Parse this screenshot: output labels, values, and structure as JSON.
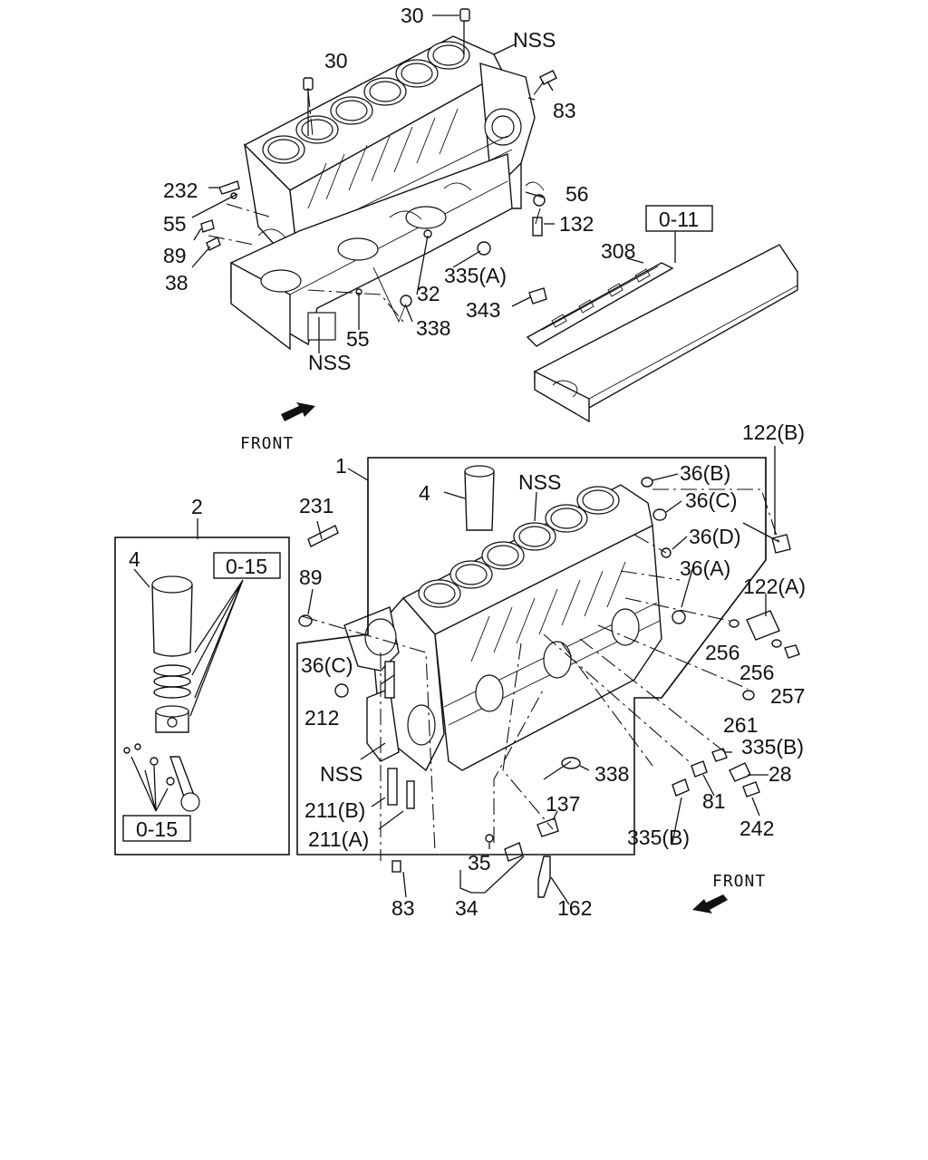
{
  "diagram": {
    "labels": {
      "p30_top": "30",
      "p30_mid": "30",
      "nss_top": "NSS",
      "p83_top": "83",
      "p232": "232",
      "p56": "56",
      "p55_left": "55",
      "p132": "132",
      "p89_top": "89",
      "p38": "38",
      "p335a": "335(A)",
      "p32": "32",
      "p308": "308",
      "p343": "343",
      "p338_top": "338",
      "p55_bot": "55",
      "nss_mid": "NSS",
      "front_top": "FRONT",
      "p122b": "122(B)",
      "p1": "1",
      "p4_main": "4",
      "nss_main": "NSS",
      "p36b": "36(B)",
      "p2": "2",
      "p231": "231",
      "p36c_r": "36(C)",
      "p36d": "36(D)",
      "p4_kit": "4",
      "p36a": "36(A)",
      "p89_main": "89",
      "p122a": "122(A)",
      "p256_1": "256",
      "p256_2": "256",
      "p36c_l": "36(C)",
      "p257": "257",
      "p212": "212",
      "p261": "261",
      "p335b_1": "335(B)",
      "nss_low": "NSS",
      "p338_main": "338",
      "p28": "28",
      "p81": "81",
      "p211b": "211(B)",
      "p137": "137",
      "p242": "242",
      "p211a": "211(A)",
      "p335b_2": "335(B)",
      "p35": "35",
      "front_bottom": "FRONT",
      "p83_bot": "83",
      "p34": "34",
      "p162": "162"
    },
    "refs": {
      "r011": "0-11",
      "r015_top": "0-15",
      "r015_bot": "0-15"
    }
  }
}
